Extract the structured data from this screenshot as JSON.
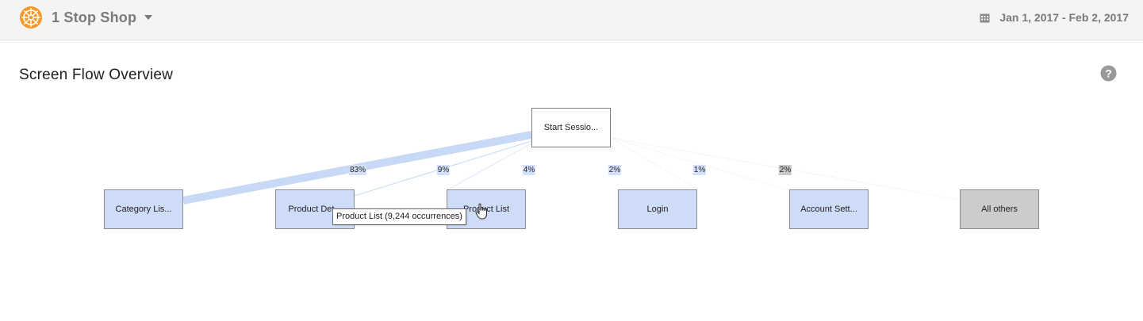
{
  "header": {
    "app_name": "1 Stop Shop",
    "date_range": "Jan 1, 2017 - Feb 2, 2017"
  },
  "page": {
    "title": "Screen Flow Overview"
  },
  "flow": {
    "root": "Start Sessio...",
    "children": [
      {
        "label": "Category Lis...",
        "percent": "83%",
        "share": 0.83
      },
      {
        "label": "Product Det...",
        "percent": "9%",
        "share": 0.09
      },
      {
        "label": "Product List",
        "percent": "4%",
        "share": 0.04
      },
      {
        "label": "Login",
        "percent": "2%",
        "share": 0.02
      },
      {
        "label": "Account Sett...",
        "percent": "1%",
        "share": 0.01
      },
      {
        "label": "All others",
        "percent": "2%",
        "share": 0.02
      }
    ],
    "tooltip": "Product List (9,244 occurrences)"
  },
  "colors": {
    "node": "#cfdcf8",
    "others": "#cccccc",
    "link": "#c8d8f7",
    "brand": "#f39a2b"
  }
}
